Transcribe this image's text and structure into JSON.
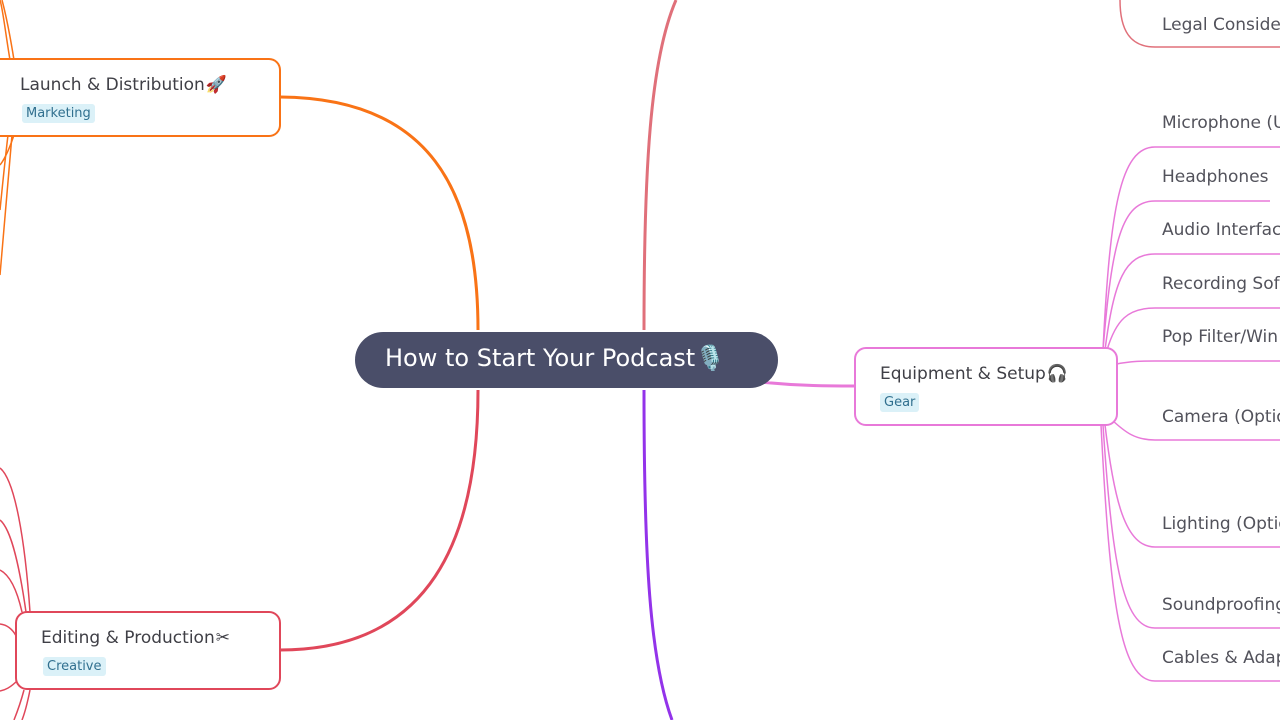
{
  "root": {
    "title": "How to Start Your Podcast",
    "icon": "🎙️"
  },
  "branches": {
    "launch": {
      "title": "Launch & Distribution",
      "icon": "🚀",
      "tag": "Marketing",
      "color": "#f97316"
    },
    "editing": {
      "title": "Editing & Production",
      "icon": "✂",
      "tag": "Creative",
      "color": "#e0475a"
    },
    "equipment": {
      "title": "Equipment & Setup",
      "icon": "🎧",
      "tag": "Gear",
      "color": "#e879d9"
    }
  },
  "equipment_items": [
    "Microphone (U",
    "Headphones",
    "Audio Interfac",
    "Recording Sof",
    "Pop Filter/Win",
    "Camera (Optio",
    "Lighting (Optio",
    "Soundproofing",
    "Cables & Adap"
  ],
  "top_right_item": "Legal Conside",
  "colors": {
    "root_bg": "#4a4e69",
    "launch": "#f97316",
    "editing": "#e0475a",
    "equipment": "#e879d9",
    "top_branch": "#e0707a",
    "bottom_branch": "#9333ea",
    "tag_bg": "#dbf1f8",
    "tag_text": "#31708f"
  }
}
